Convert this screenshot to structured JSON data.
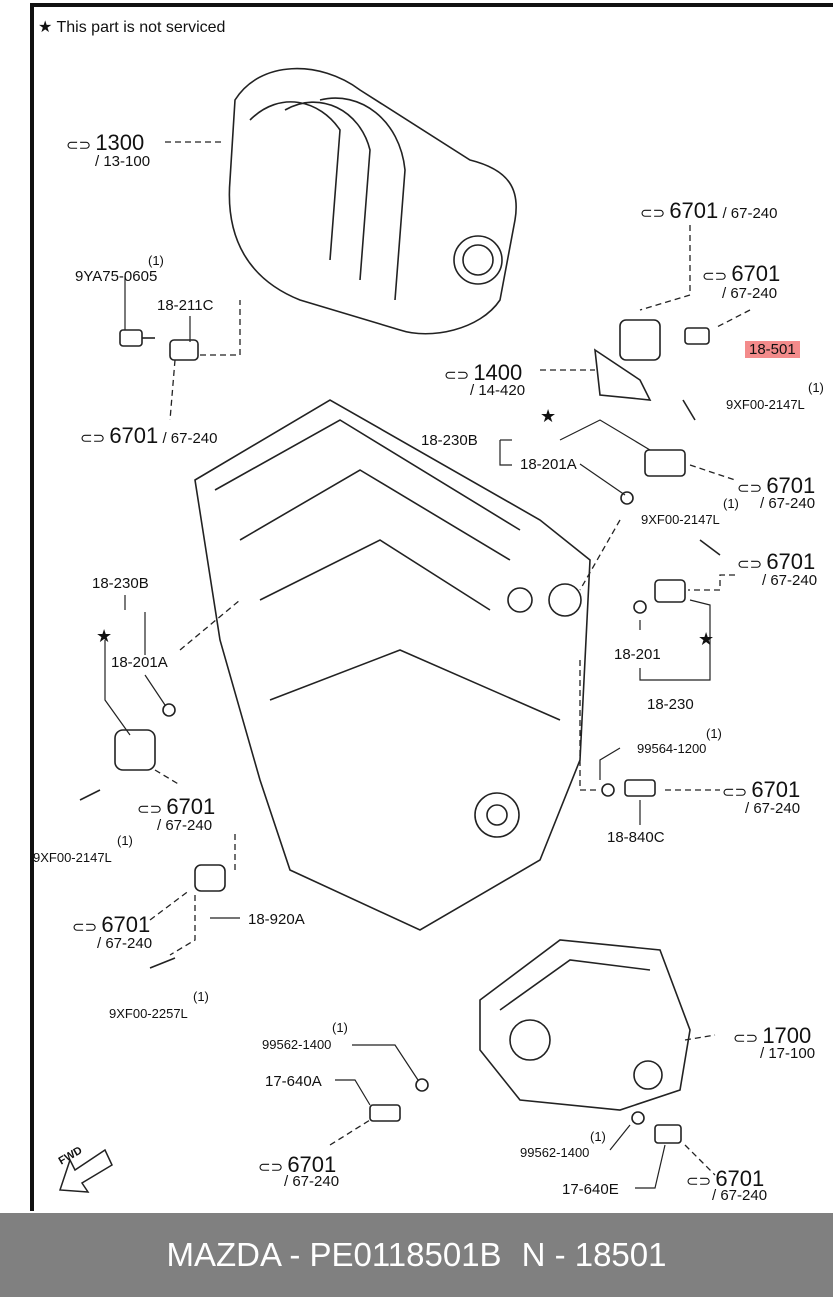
{
  "note": "This part is not serviced",
  "labels": {
    "l1300": "1300",
    "l1300s": "/ 13-100",
    "l9ya_q": "(1)",
    "l9ya": "9YA75-0605",
    "l18211c": "18-211C",
    "l6701a": "6701",
    "l6701a_s": "/ 67-240",
    "l6701b": "6701",
    "l6701b_s": "/ 67-240",
    "l6701c": "6701",
    "l6701c_s": "/ 67-240",
    "l18501": "18-501",
    "l1400": "1400",
    "l1400s": "/ 14-420",
    "l9xf_q1": "(1)",
    "l9xf1": "9XF00-2147L",
    "l18230b_1": "18-230B",
    "l18201a_1": "18-201A",
    "l6701d": "6701",
    "l6701d_s": "/ 67-240",
    "l9xf_q2": "(1)",
    "l9xf2": "9XF00-2147L",
    "l6701e": "6701",
    "l6701e_s": "/ 67-240",
    "l18230b_2": "18-230B",
    "l18201a_2": "18-201A",
    "l18201": "18-201",
    "l18230": "18-230",
    "l99564_q": "(1)",
    "l99564": "99564-1200",
    "l6701f": "6701",
    "l6701f_s": "/ 67-240",
    "l18840c": "18-840C",
    "l6701g": "6701",
    "l6701g_s": "/ 67-240",
    "l9xf_q3": "(1)",
    "l9xf3": "9XF00-2147L",
    "l6701h": "6701",
    "l6701h_s": "/ 67-240",
    "l18920a": "18-920A",
    "l9xf_q4": "(1)",
    "l9xf4": "9XF00-2257L",
    "l99562_q1": "(1)",
    "l99562_1": "99562-1400",
    "l17640a": "17-640A",
    "l1700": "1700",
    "l1700s": "/ 17-100",
    "l6701i": "6701",
    "l6701i_s": "/ 67-240",
    "l99562_q2": "(1)",
    "l99562_2": "99562-1400",
    "l17640e": "17-640E",
    "l6701j": "6701",
    "l6701j_s": "/ 67-240",
    "fwd": "FWD"
  },
  "footer": {
    "brand": "MAZDA - PE0118501B",
    "code": "N - 18501"
  },
  "colors": {
    "highlight": "#f38b8b",
    "footer_bg": "#808080"
  }
}
